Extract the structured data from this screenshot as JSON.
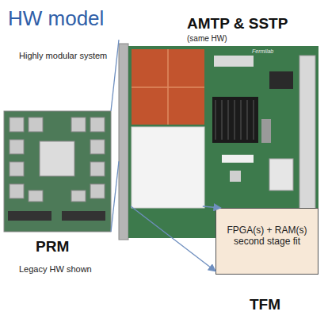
{
  "diagram": {
    "title": "HW model",
    "nodes": [
      {
        "text": [
          "AMTP & SSTP",
          "(same HW)"
        ]
      },
      {
        "text": [
          "PRM"
        ]
      },
      {
        "text": [
          "FPGA(s) + RAM(s) second stage fit",
          "TFM"
        ]
      }
    ],
    "edges": [
      {
        "from": 1,
        "to": 0,
        "arrow": "none"
      },
      {
        "from": 1,
        "to": 0,
        "arrow": "none"
      },
      {
        "from": 0,
        "to": 2,
        "arrow": "to"
      },
      {
        "from": 0,
        "to": 2,
        "arrow": "to"
      }
    ],
    "labels": [
      "Highly modular system",
      "Legacy HW shown",
      "Fermilab"
    ]
  }
}
